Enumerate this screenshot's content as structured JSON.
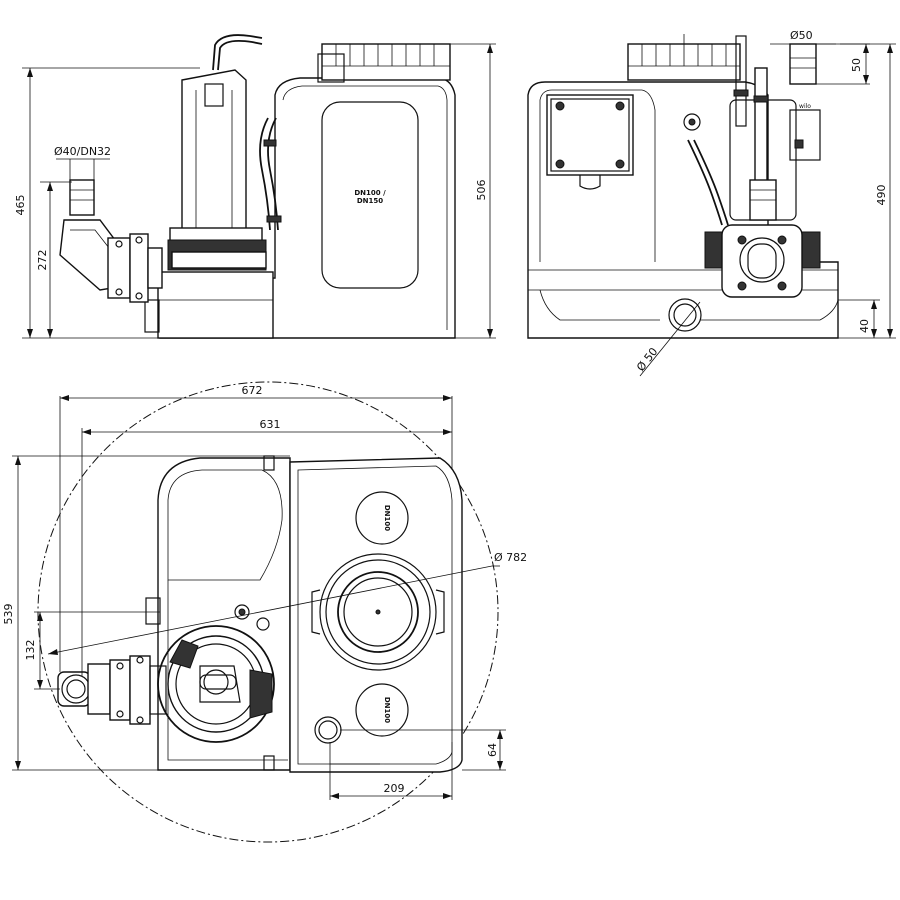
{
  "dimensions": {
    "side_total_height": "465",
    "side_outlet_height": "272",
    "side_outlet_size": "Ø40/DN32",
    "side_overall_height": "506",
    "front_vent_size": "Ø50",
    "front_vent_height": "50",
    "front_total_height": "490",
    "front_base_height": "40",
    "front_inlet_size": "Ø 50",
    "plan_total_width": "672",
    "plan_inner_width": "631",
    "plan_total_depth": "539",
    "plan_outlet_offset": "132",
    "plan_circle_diameter": "Ø 782",
    "plan_inlet_offset": "64",
    "plan_inlet_distance": "209"
  },
  "labels": {
    "tank_label_line1": "DN100 /",
    "tank_label_line2": "DN150",
    "inlet_label_top": "DN100",
    "inlet_label_bottom": "DN100",
    "brand_logo": "wilo"
  }
}
